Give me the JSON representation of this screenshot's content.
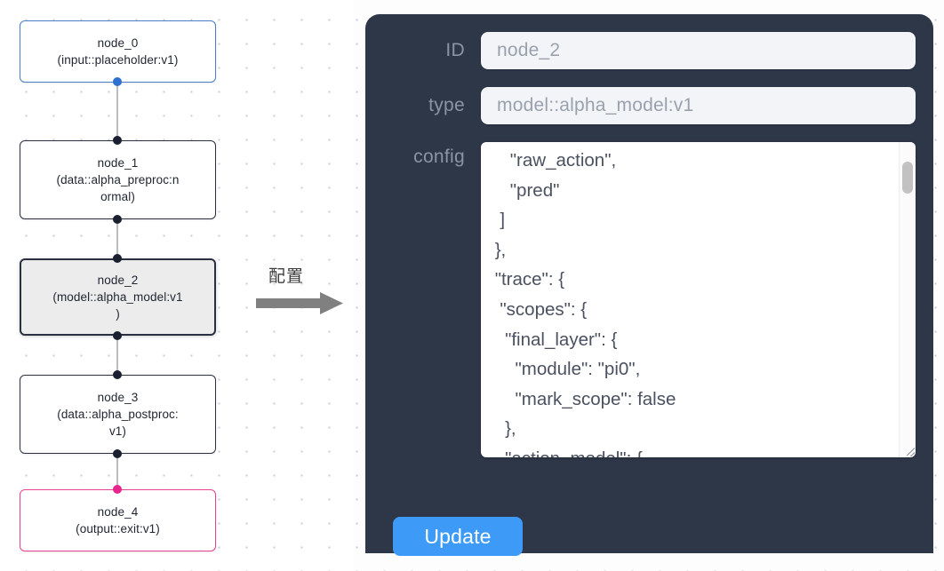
{
  "graph": {
    "nodes": [
      {
        "id": "node_0",
        "label": "node_0\n(input::placeholder:v1)",
        "kind": "input",
        "accent": "#4a7ec7"
      },
      {
        "id": "node_1",
        "label": "node_1\n(data::alpha_preproc:n\normal)",
        "kind": "default",
        "accent": "#2b3040"
      },
      {
        "id": "node_2",
        "label": "node_2\n(model::alpha_model:v1\n)",
        "kind": "selected",
        "accent": "#2b3040"
      },
      {
        "id": "node_3",
        "label": "node_3\n(data::alpha_postproc:\nv1)",
        "kind": "default",
        "accent": "#2b3040"
      },
      {
        "id": "node_4",
        "label": "node_4\n(output::exit:v1)",
        "kind": "output",
        "accent": "#e84393"
      }
    ],
    "edges": [
      {
        "from": "node_0",
        "to": "node_1"
      },
      {
        "from": "node_1",
        "to": "node_2"
      },
      {
        "from": "node_2",
        "to": "node_3"
      },
      {
        "from": "node_3",
        "to": "node_4"
      }
    ],
    "edge_color": "#b9bcc4",
    "handle_color": "#1b2030"
  },
  "annotation": {
    "caption": "配置",
    "arrow_color": "#808080"
  },
  "panel": {
    "background": "#2e3748",
    "fields": [
      {
        "name": "id",
        "label": "ID",
        "value": "node_2"
      },
      {
        "name": "type",
        "label": "type",
        "value": "model::alpha_model:v1"
      }
    ],
    "config": {
      "label": "config",
      "value": "    \"raw_action\",\n    \"pred\"\n  ]\n },\n \"trace\": {\n  \"scopes\": {\n   \"final_layer\": {\n     \"module\": \"pi0\",\n     \"mark_scope\": false\n   },\n   \"action_model\": {",
      "scrollbar": {
        "thumb_color": "#c2c2c2",
        "position": "top"
      }
    },
    "update_label": "Update",
    "update_color": "#3d9bf7"
  }
}
